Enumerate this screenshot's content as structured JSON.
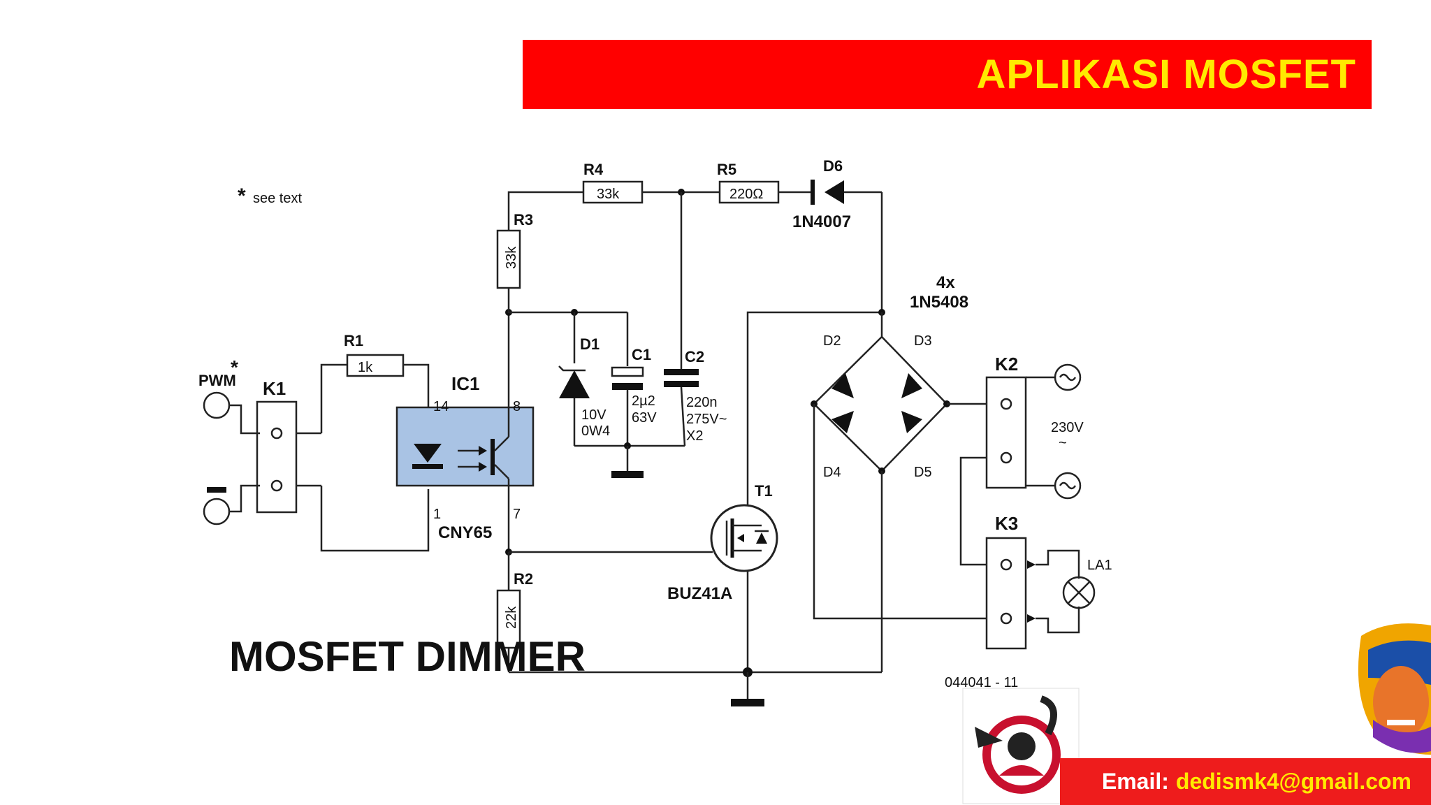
{
  "banner": {
    "title": "APLIKASI MOSFET"
  },
  "subtitle": "MOSFET DIMMER",
  "note": "see text",
  "note_mark": "*",
  "components": {
    "pwm": "PWM",
    "pwm_star": "*",
    "k1": "K1",
    "r1": {
      "name": "R1",
      "value": "1k"
    },
    "ic1": {
      "name": "IC1",
      "part": "CNY65",
      "pin14": "14",
      "pin8": "8",
      "pin1": "1",
      "pin7": "7"
    },
    "r2": {
      "name": "R2",
      "value": "22k"
    },
    "r3": {
      "name": "R3",
      "value": "33k"
    },
    "r4": {
      "name": "R4",
      "value": "33k"
    },
    "r5": {
      "name": "R5",
      "value": "220Ω"
    },
    "d6": {
      "name": "D6",
      "part": "1N4007"
    },
    "d1": {
      "name": "D1",
      "v1": "10V",
      "v2": "0W4"
    },
    "c1": {
      "name": "C1",
      "v1": "2µ2",
      "v2": "63V"
    },
    "c2": {
      "name": "C2",
      "v1": "220n",
      "v2": "275V~",
      "v3": "X2"
    },
    "bridge": {
      "count": "4x",
      "part": "1N5408",
      "d2": "D2",
      "d3": "D3",
      "d4": "D4",
      "d5": "D5"
    },
    "t1": {
      "name": "T1",
      "part": "BUZ41A"
    },
    "k2": "K2",
    "k3": "K3",
    "mains": {
      "v": "230V",
      "sym": "~"
    },
    "la1": "LA1",
    "code": "044041 - 11"
  },
  "footer": {
    "label": "Email:",
    "email": "dedismk4@gmail.com"
  },
  "colors": {
    "banner": "#ff0000",
    "banner_text": "#ffea00",
    "footer": "#ee1c1c",
    "optocoupler": "#a9c3e4"
  }
}
